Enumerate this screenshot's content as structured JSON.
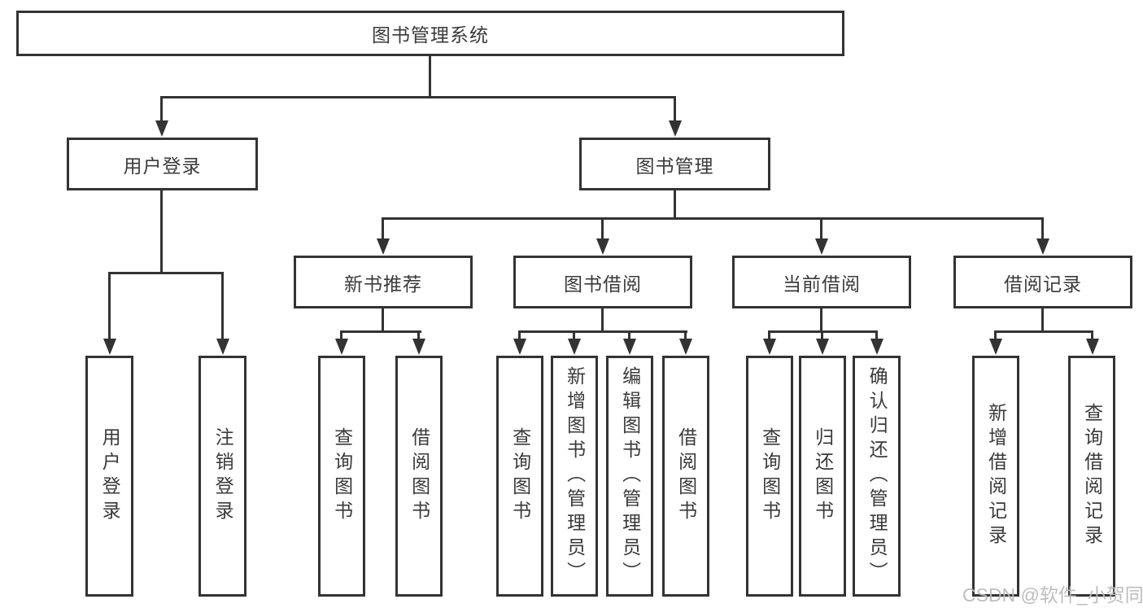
{
  "diagram": {
    "root": {
      "label": "图书管理系统"
    },
    "level2": [
      {
        "label": "用户登录"
      },
      {
        "label": "图书管理"
      }
    ],
    "level3": [
      {
        "label": "新书推荐"
      },
      {
        "label": "图书借阅"
      },
      {
        "label": "当前借阅"
      },
      {
        "label": "借阅记录"
      }
    ],
    "leaves": {
      "user_login": [
        {
          "label": "用户登录"
        },
        {
          "label": "注销登录"
        }
      ],
      "new_book_recommend": [
        {
          "label": "查询图书"
        },
        {
          "label": "借阅图书"
        }
      ],
      "book_borrow": [
        {
          "label": "查询图书"
        },
        {
          "label": "新增图书（管理员）"
        },
        {
          "label": "编辑图书（管理员）"
        },
        {
          "label": "借阅图书"
        }
      ],
      "current_borrow": [
        {
          "label": "查询图书"
        },
        {
          "label": "归还图书"
        },
        {
          "label": "确认归还（管理员）"
        }
      ],
      "borrow_records": [
        {
          "label": "新增借阅记录"
        },
        {
          "label": "查询借阅记录"
        }
      ]
    },
    "colors": {
      "line": "#333333",
      "box_border": "#333333",
      "text": "#3a3a3a",
      "background": "#ffffff",
      "watermark": "#b9b9b9"
    }
  },
  "watermark": {
    "text": "CSDN @软件_小贺同学"
  }
}
